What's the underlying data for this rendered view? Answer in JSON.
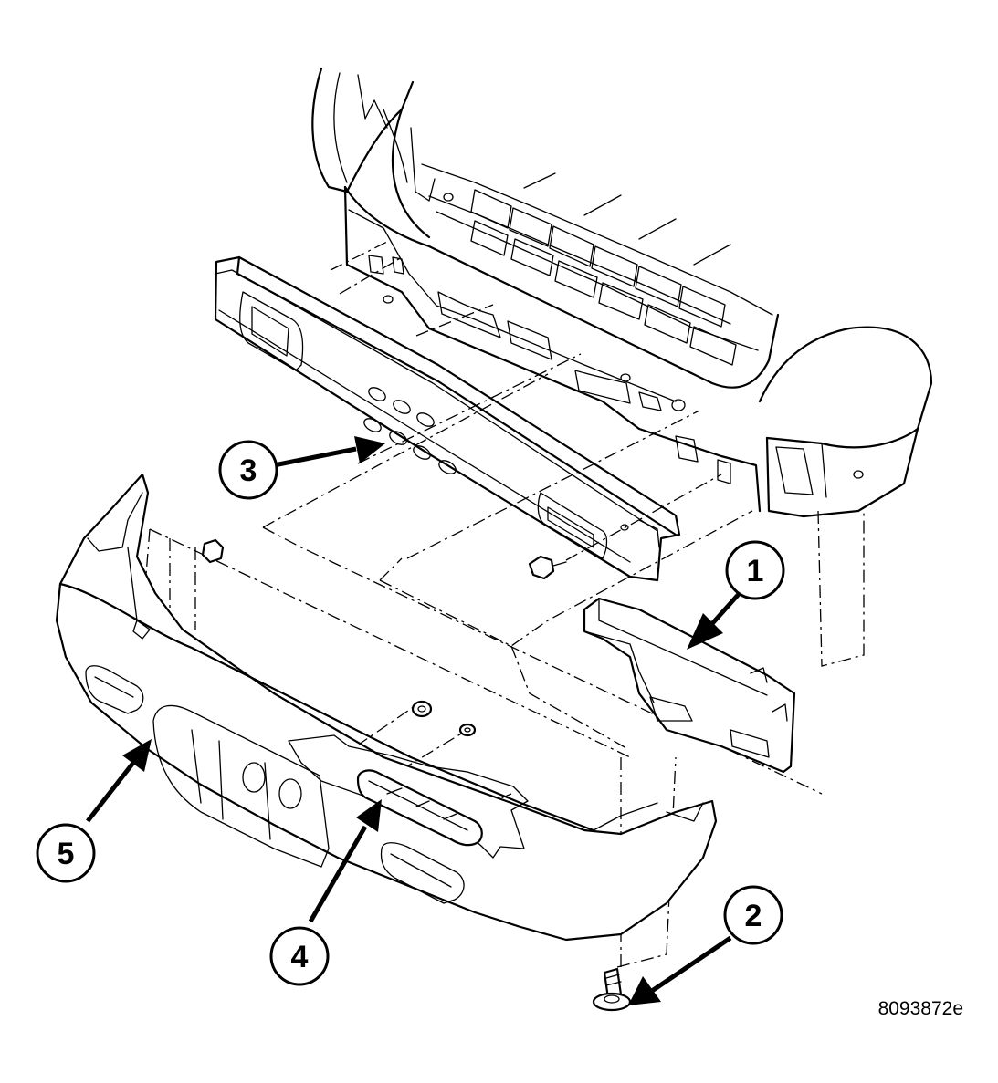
{
  "callouts": [
    {
      "id": "callout-1",
      "label": "1"
    },
    {
      "id": "callout-2",
      "label": "2"
    },
    {
      "id": "callout-3",
      "label": "3"
    },
    {
      "id": "callout-4",
      "label": "4"
    },
    {
      "id": "callout-5",
      "label": "5"
    }
  ],
  "figure_id": "8093872e"
}
